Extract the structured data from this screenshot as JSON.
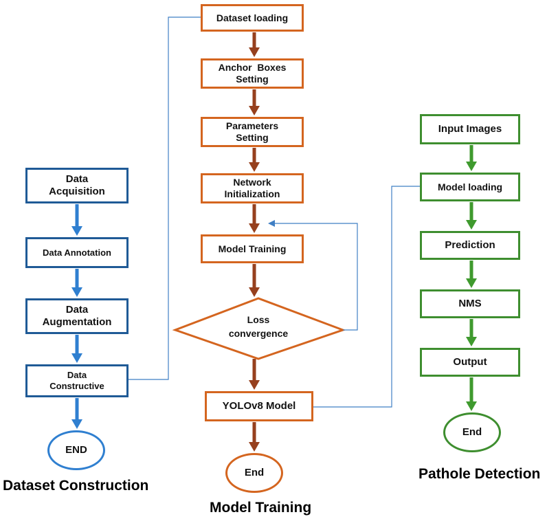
{
  "colors": {
    "dataset": "#1f5a96",
    "dataset_arrow": "#2f7fd0",
    "training": "#d4651f",
    "training_arrow": "#96401e",
    "detection": "#3e8e2f",
    "detection_arrow": "#3f9a2e",
    "connector": "#3f7fc4"
  },
  "dataset_construction": {
    "title": "Dataset Construction",
    "steps": [
      "Data\nAcquisition",
      "Data Annotation",
      "Data\nAugmentation",
      "Data\nConstructive"
    ],
    "end": "END"
  },
  "model_training": {
    "title": "Model Training",
    "steps": [
      "Dataset loading",
      "Anchor  Boxes\nSetting",
      "Parameters\nSetting",
      "Network\nInitialization",
      "Model Training"
    ],
    "decision": "Loss\nconvergence",
    "model": "YOLOv8 Model",
    "end": "End"
  },
  "pathole_detection": {
    "title": "Pathole Detection",
    "steps": [
      "Input Images",
      "Model loading",
      "Prediction",
      "NMS",
      "Output"
    ],
    "end": "End"
  }
}
